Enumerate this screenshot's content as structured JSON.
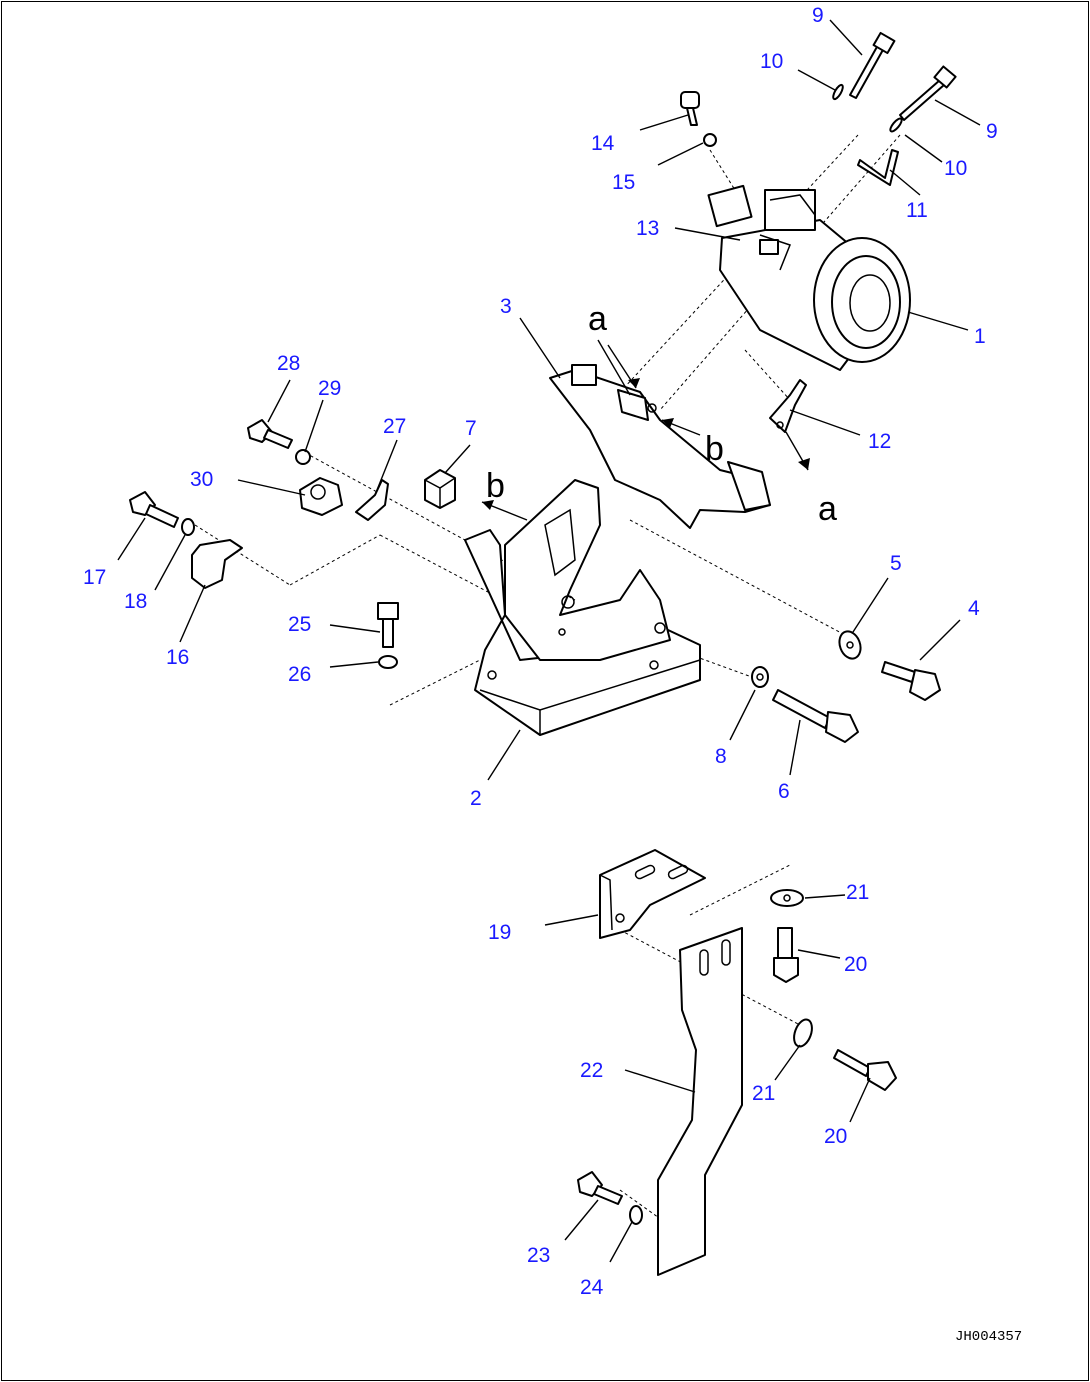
{
  "diagram": {
    "drawing_number": "JH004357",
    "callouts": [
      "1",
      "2",
      "3",
      "4",
      "5",
      "6",
      "7",
      "8",
      "9",
      "9",
      "10",
      "10",
      "11",
      "12",
      "13",
      "14",
      "15",
      "16",
      "17",
      "18",
      "19",
      "20",
      "20",
      "21",
      "21",
      "22",
      "23",
      "24",
      "25",
      "26",
      "27",
      "28",
      "29",
      "30"
    ],
    "view_markers": [
      "a",
      "a",
      "b",
      "b"
    ]
  }
}
